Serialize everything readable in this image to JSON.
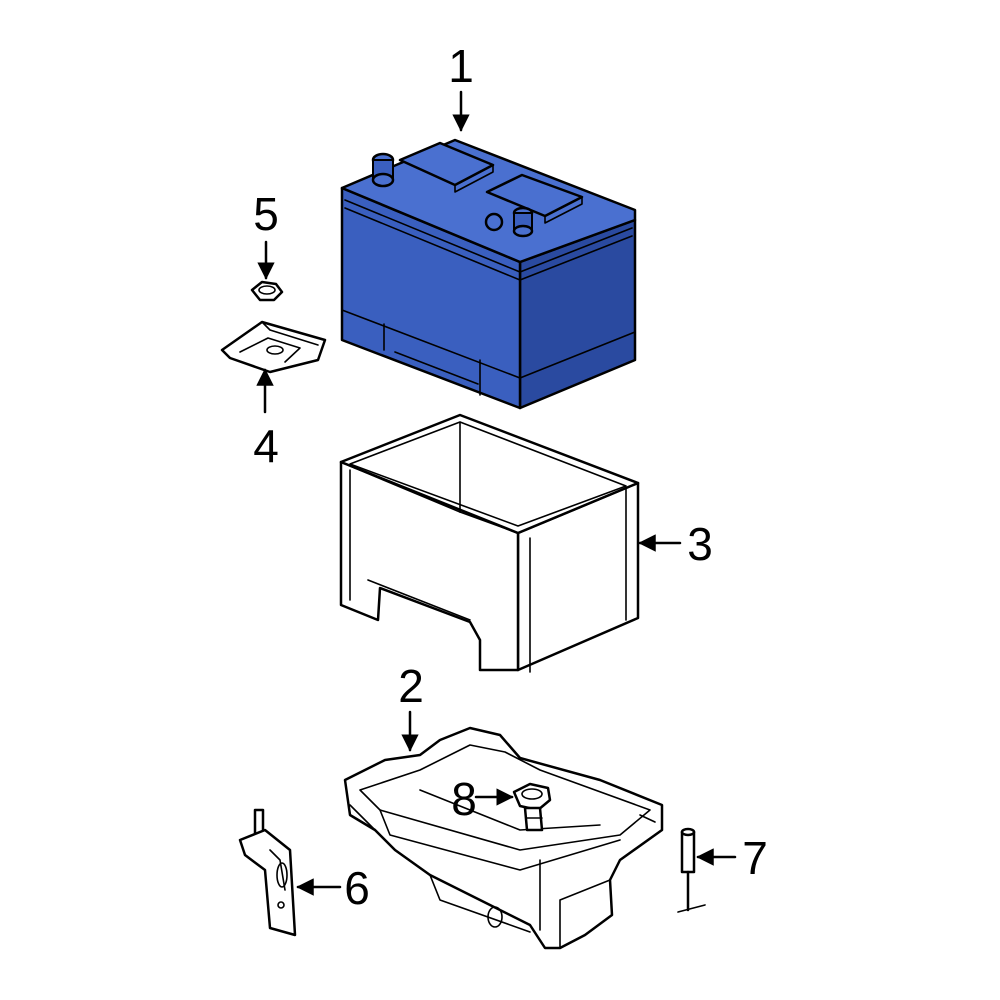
{
  "callouts": {
    "c1": "1",
    "c2": "2",
    "c3": "3",
    "c4": "4",
    "c5": "5",
    "c6": "6",
    "c7": "7",
    "c8": "8"
  },
  "colors": {
    "highlight": "#3a5fbf",
    "outline": "#000000",
    "background": "#ffffff"
  }
}
